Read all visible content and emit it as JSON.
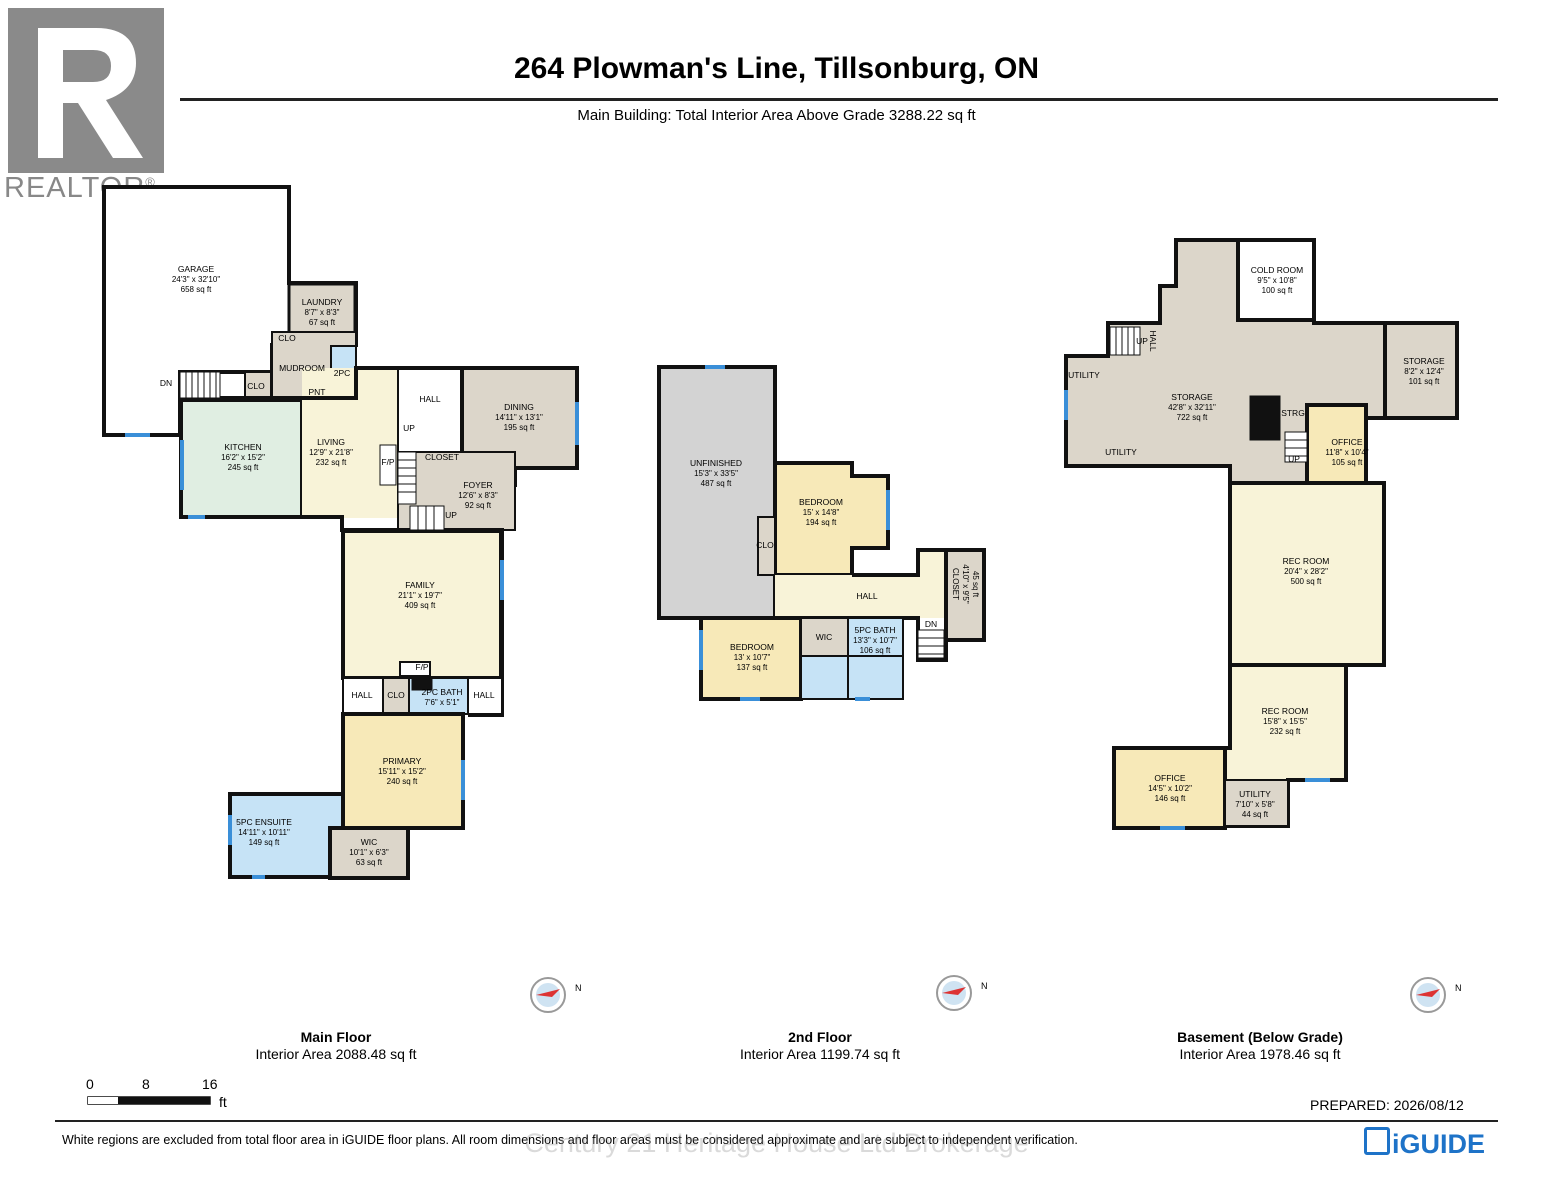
{
  "header": {
    "title": "264 Plowman's Line, Tillsonburg, ON",
    "subtitle": "Main Building: Total Interior Area Above Grade 3288.22 sq ft"
  },
  "branding": {
    "realtor_label": "REALTOR",
    "realtor_mark": "®",
    "iguide_label": "iGUIDE",
    "watermark": "Century 21 Heritage House Ltd Brokerage",
    "iguide_color": "#1e73c8"
  },
  "colors": {
    "storage": "#dcd6ca",
    "living": "#f8f3d8",
    "bedroom": "#f7e9b8",
    "bath": "#c6e3f6",
    "kitchen": "#e0eee2",
    "unfinished": "#d3d3d3",
    "wall": "#111111",
    "window": "#3a8fd8"
  },
  "floors": {
    "main": {
      "name": "Main Floor",
      "area": "Interior Area 2088.48 sq ft",
      "rooms": [
        {
          "name": "GARAGE",
          "dims": "24'3\" x 32'10\"",
          "area": "658 sq ft"
        },
        {
          "name": "LAUNDRY",
          "dims": "8'7\" x 8'3\"",
          "area": "67 sq ft"
        },
        {
          "name": "KITCHEN",
          "dims": "16'2\" x 15'2\"",
          "area": "245 sq ft"
        },
        {
          "name": "LIVING",
          "dims": "12'9\" x 21'8\"",
          "area": "232 sq ft"
        },
        {
          "name": "DINING",
          "dims": "14'11\" x 13'1\"",
          "area": "195 sq ft"
        },
        {
          "name": "FOYER",
          "dims": "12'6\" x 8'3\"",
          "area": "92 sq ft"
        },
        {
          "name": "FAMILY",
          "dims": "21'1\" x 19'7\"",
          "area": "409 sq ft"
        },
        {
          "name": "PRIMARY",
          "dims": "15'11\" x 15'2\"",
          "area": "240 sq ft"
        },
        {
          "name": "5PC ENSUITE",
          "dims": "14'11\" x 10'11\"",
          "area": "149 sq ft"
        },
        {
          "name": "WIC",
          "dims": "10'1\" x 6'3\"",
          "area": "63 sq ft"
        },
        {
          "name": "2PC BATH",
          "dims": "7'6\" x 5'1\"",
          "area": ""
        }
      ],
      "labels": [
        "CLO",
        "MUDROOM",
        "2PC",
        "CLO",
        "PNT",
        "HALL",
        "CLOSET",
        "F/P",
        "UP",
        "UP",
        "DN",
        "F/P",
        "HALL",
        "CLO",
        "HALL"
      ]
    },
    "second": {
      "name": "2nd Floor",
      "area": "Interior Area 1199.74 sq ft",
      "rooms": [
        {
          "name": "UNFINISHED",
          "dims": "15'3\" x 33'5\"",
          "area": "487 sq ft"
        },
        {
          "name": "BEDROOM",
          "dims": "15' x 14'8\"",
          "area": "194 sq ft"
        },
        {
          "name": "BEDROOM",
          "dims": "13' x 10'7\"",
          "area": "137 sq ft"
        },
        {
          "name": "5PC BATH",
          "dims": "13'3\" x 10'7\"",
          "area": "106 sq ft"
        },
        {
          "name": "CLOSET",
          "dims": "4'10\" x 9'5\"",
          "area": "45 sq ft"
        }
      ],
      "labels": [
        "CLO",
        "HALL",
        "WIC",
        "DN"
      ]
    },
    "basement": {
      "name": "Basement (Below Grade)",
      "area": "Interior Area 1978.46 sq ft",
      "rooms": [
        {
          "name": "COLD ROOM",
          "dims": "9'5\" x 10'8\"",
          "area": "100 sq ft"
        },
        {
          "name": "STORAGE",
          "dims": "42'8\" x 32'11\"",
          "area": "722 sq ft"
        },
        {
          "name": "STORAGE",
          "dims": "8'2\" x 12'4\"",
          "area": "101 sq ft"
        },
        {
          "name": "OFFICE",
          "dims": "11'8\" x 10'4\"",
          "area": "105 sq ft"
        },
        {
          "name": "REC ROOM",
          "dims": "20'4\" x 28'2\"",
          "area": "500 sq ft"
        },
        {
          "name": "REC ROOM",
          "dims": "15'8\" x 15'5\"",
          "area": "232 sq ft"
        },
        {
          "name": "OFFICE",
          "dims": "14'5\" x 10'2\"",
          "area": "146 sq ft"
        },
        {
          "name": "UTILITY",
          "dims": "7'10\" x 5'8\"",
          "area": "44 sq ft"
        }
      ],
      "labels": [
        "UP",
        "HALL",
        "UTILITY",
        "UTILITY",
        "STRG",
        "UP"
      ]
    }
  },
  "scale": {
    "ticks": [
      "0",
      "8",
      "16"
    ],
    "unit": "ft"
  },
  "compass_label": "N",
  "prepared": "PREPARED: 2026/08/12",
  "footer": "White regions are excluded from total floor area in iGUIDE floor plans. All room dimensions and floor areas must be considered approximate and are subject to independent verification."
}
